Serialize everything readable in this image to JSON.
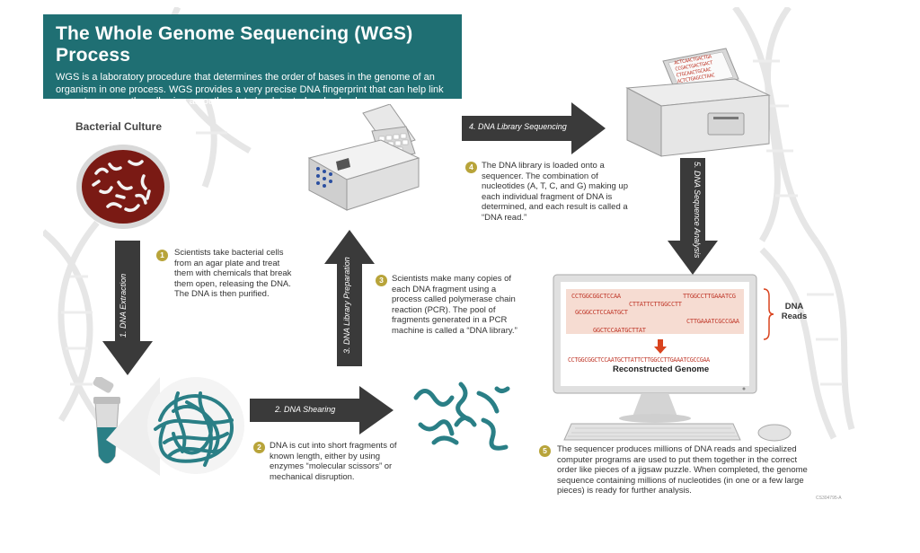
{
  "header": {
    "title": "The Whole Genome Sequencing (WGS) Process",
    "description": "WGS is a laboratory procedure that determines the order of bases in the genome of an organism in one process. WGS provides a very precise DNA fingerprint that can help link cases to one another allowing an outbreak to be detected and solved sooner."
  },
  "bacterial_culture_label": "Bacterial Culture",
  "arrows": {
    "extraction": "1. DNA Extraction",
    "shearing": "2. DNA Shearing",
    "library_prep": "3. DNA Library Preparation",
    "library_seq": "4. DNA Library Sequencing",
    "seq_analysis": "5. DNA Sequence Analysis"
  },
  "steps": [
    {
      "num": "1",
      "text": "Scientists take bacterial cells from an agar plate and treat them with chemicals that break them open, releasing the DNA. The DNA is then purified."
    },
    {
      "num": "2",
      "text": "DNA is cut into short fragments of known length, either by using enzymes “molecular scissors” or mechanical disruption."
    },
    {
      "num": "3",
      "text": "Scientists make many copies of each DNA fragment using a process called polymerase chain reaction (PCR). The pool of fragments generated in a PCR machine is called a “DNA library.”"
    },
    {
      "num": "4",
      "text": "The DNA library is loaded onto a sequencer. The combination of nucleotides (A, T, C, and G) making up each individual fragment of DNA is determined, and each result is called a “DNA read.”"
    },
    {
      "num": "5",
      "text": "The sequencer produces millions of DNA reads and specialized computer programs are used to put them together in the correct order like pieces of a jigsaw puzzle. When completed, the genome sequence containing millions of nucleotides (in one or a few large pieces) is ready for further analysis."
    }
  ],
  "monitor": {
    "reads": [
      "CCTGGCGGCTCCAA",
      "TTGGCCTTGAAATCG",
      "CTTATTCTTGGCCTT",
      "GCGGCCTCCAATGCT",
      "CTTGAAATCGCCGAA",
      "GGCTCCAATGCTTAT"
    ],
    "reconstructed_sequence": "CCTGGCGGCTCCAATGCTTATTCTTGGCCTTGAAATCGCCGAA",
    "reconstructed_label": "Reconstructed Genome",
    "dna_reads_label": "DNA\nReads"
  },
  "sequencer_screen_lines": [
    "ACTCAACTGACTGA",
    "CCGACTGACTGACT",
    "CTGCAACTGCAAC",
    "ACTCTGAGCCTAAC"
  ],
  "figure_code": "CS304795-A",
  "colors": {
    "teal": "#1f6f73",
    "arrow": "#3a3a3a",
    "step_badge": "#b8a43a",
    "sequence_red": "#c0392b",
    "dna_teal": "#2a7f86"
  }
}
